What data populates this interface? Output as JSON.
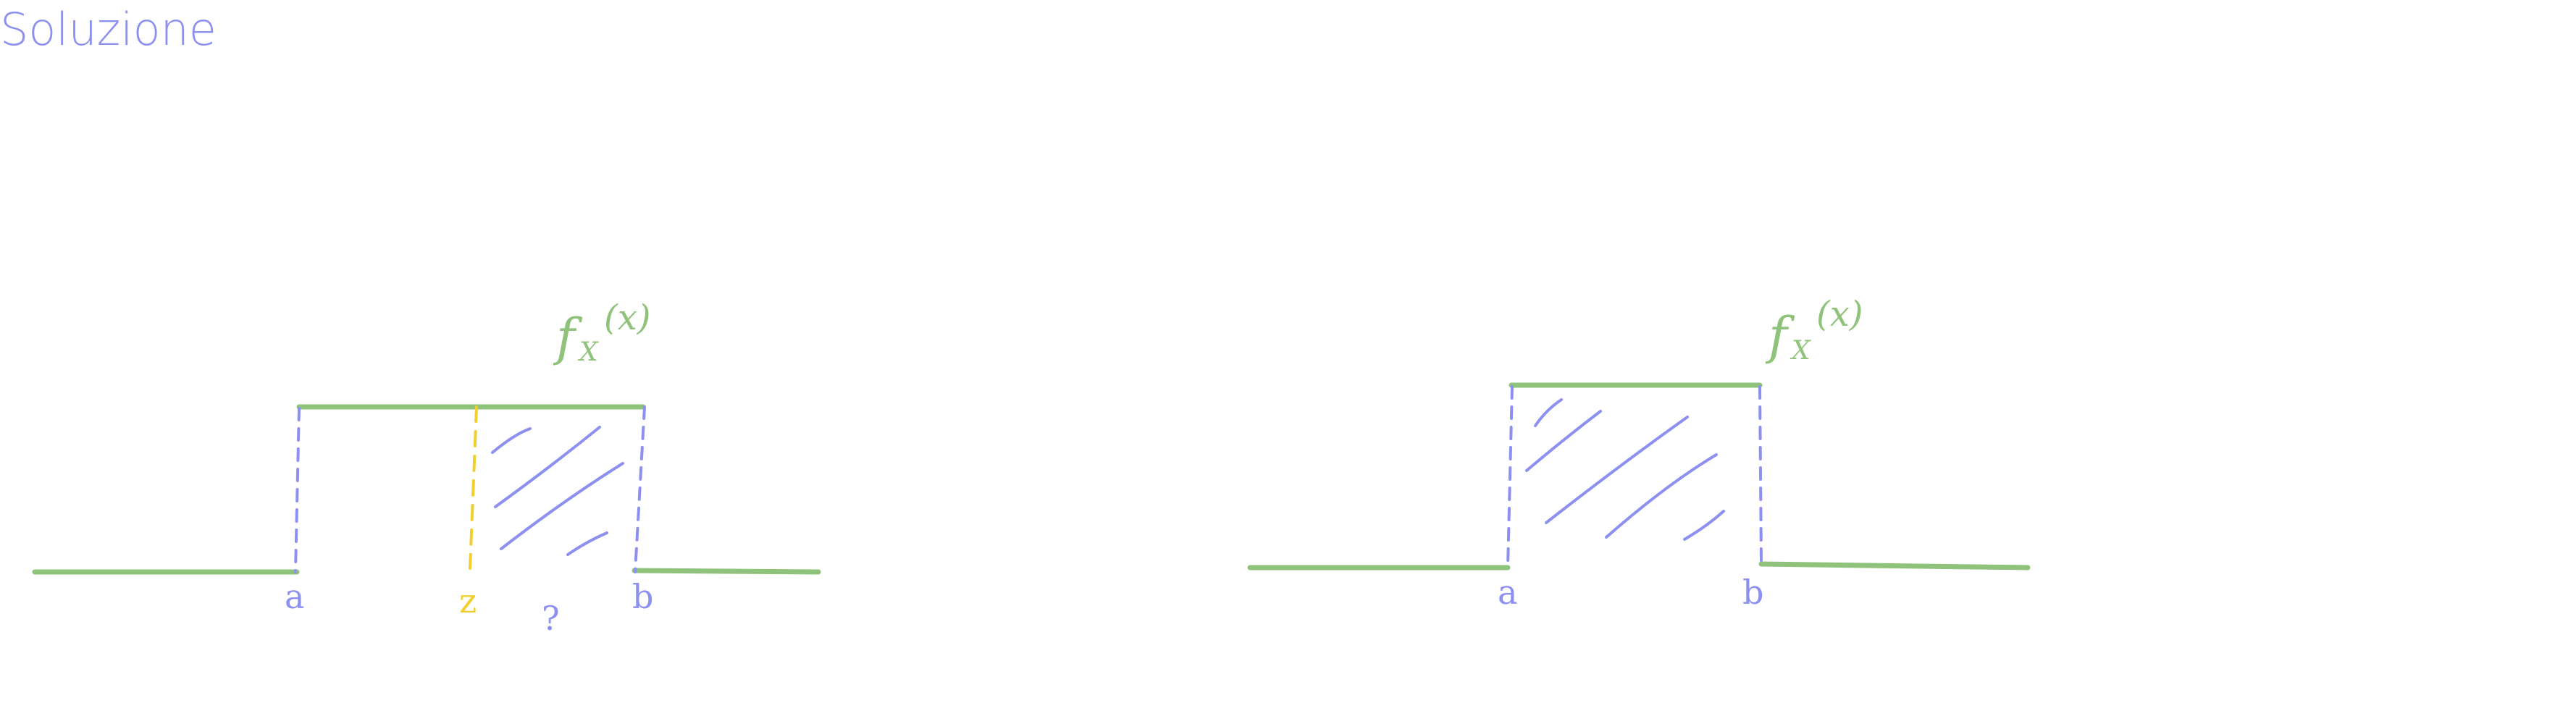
{
  "title": "Soluzione",
  "colors": {
    "blue": "#8c90f0",
    "green": "#8fc27a",
    "yellow": "#f2cf2f"
  },
  "left_diagram": {
    "function_label": "f",
    "function_sub": "X",
    "function_arg": "(x)",
    "label_a": "a",
    "label_z": "z",
    "label_question": "?",
    "label_b": "b"
  },
  "right_diagram": {
    "function_label": "f",
    "function_sub": "X",
    "function_arg": "(x)",
    "label_a": "a",
    "label_b": "b"
  }
}
